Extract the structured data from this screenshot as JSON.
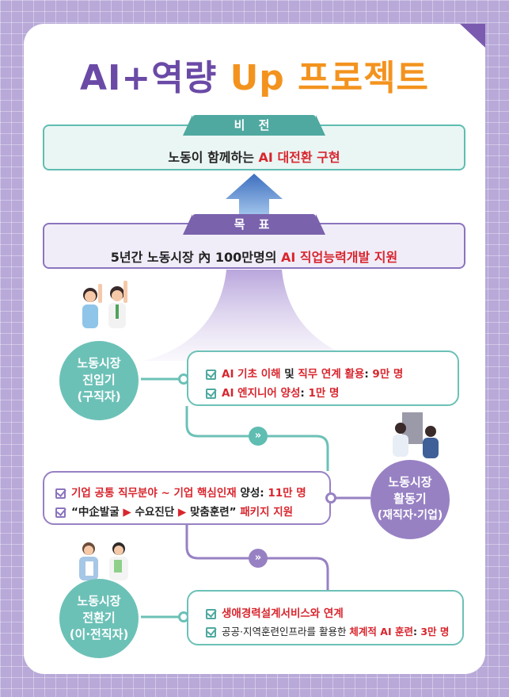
{
  "title": {
    "part1": "AI+역량",
    "part2": "Up 프로젝트"
  },
  "vision": {
    "tab": "비 전",
    "text_pre": "노동이 함께하는 ",
    "text_red": "AI 대전환 구현"
  },
  "goal": {
    "tab": "목 표",
    "text_pre": "5년간 노동시장 內 100만명의 ",
    "text_red": "AI 직업능력개발 지원"
  },
  "stages": [
    {
      "circle": [
        "노동시장",
        "진입기",
        "(구직자)"
      ],
      "lines": [
        {
          "red": "AI 기초 이해",
          "mid": " 및 ",
          "red2": "직무 연계 활용",
          "rest": ": ",
          "num": "9만 명"
        },
        {
          "red": "AI 엔지니어 양성",
          "rest": ": ",
          "num": "1만 명"
        }
      ]
    },
    {
      "circle": [
        "노동시장",
        "활동기",
        "(재직자·기업)"
      ],
      "lines": [
        {
          "red": "기업 공통 직무분야 ~ 기업 핵심인재",
          "rest": " 양성: ",
          "num": "11만 명"
        },
        {
          "q1": "“中企발굴",
          "arrow1": "▶",
          "q2": "수요진단",
          "arrow2": "▶",
          "q3": "맞춤훈련” ",
          "red": "패키지 지원"
        }
      ]
    },
    {
      "circle": [
        "노동시장",
        "전환기",
        "(이·전직자)"
      ],
      "lines": [
        {
          "red": "생애경력설계서비스와 연계"
        },
        {
          "pre": "공공·지역훈련인프라를 활용한 ",
          "red": "체계적 AI 훈련",
          "rest": ": ",
          "num": "3만 명"
        }
      ]
    }
  ],
  "badge_icon": "double-chevron-right-icon",
  "colors": {
    "purple": "#6a4aa6",
    "orange": "#f3931e",
    "teal": "#6cc1b7",
    "red": "#d8262e"
  }
}
